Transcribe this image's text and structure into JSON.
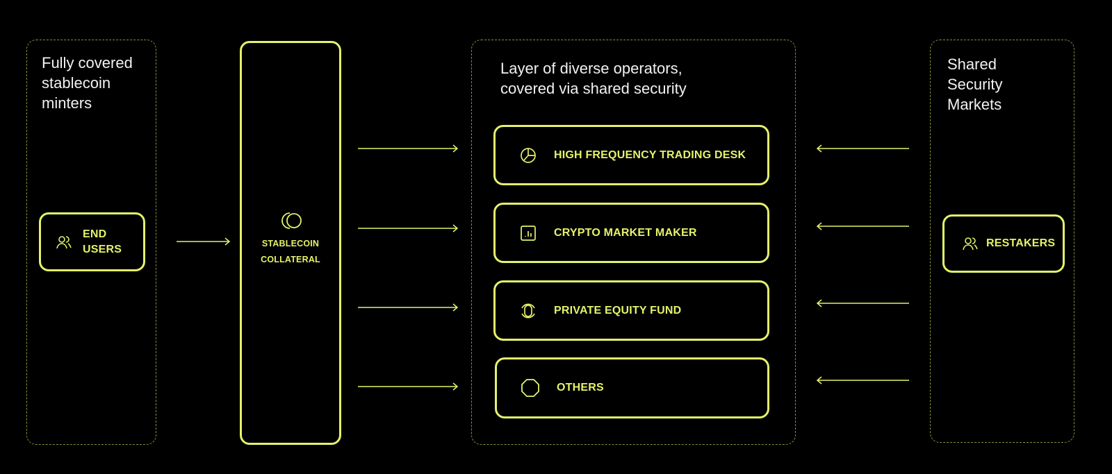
{
  "colors": {
    "accent": "#e4f36a",
    "background": "#000000",
    "dashed": "#8a8f3a",
    "title_text": "#f2f2f2"
  },
  "minters": {
    "title": "Fully covered stablecoin minters",
    "node": {
      "label_line1": "END",
      "label_line2": "USERS",
      "icon": "users-icon"
    }
  },
  "collateral": {
    "label_line1": "STABLECOIN",
    "label_line2": "COLLATERAL",
    "icon": "coins-icon"
  },
  "operators": {
    "title_line1": "Layer of diverse operators,",
    "title_line2": "covered via shared security",
    "items": [
      {
        "label": "HIGH FREQUENCY TRADING DESK",
        "icon": "pie-chart-icon"
      },
      {
        "label": "CRYPTO MARKET MAKER",
        "icon": "bar-chart-icon"
      },
      {
        "label": "PRIVATE EQUITY FUND",
        "icon": "vault-icon"
      },
      {
        "label": "OTHERS",
        "icon": "octagon-icon"
      }
    ]
  },
  "markets": {
    "title": "Shared Security Markets",
    "node": {
      "label": "RESTAKERS",
      "icon": "users-icon"
    }
  }
}
